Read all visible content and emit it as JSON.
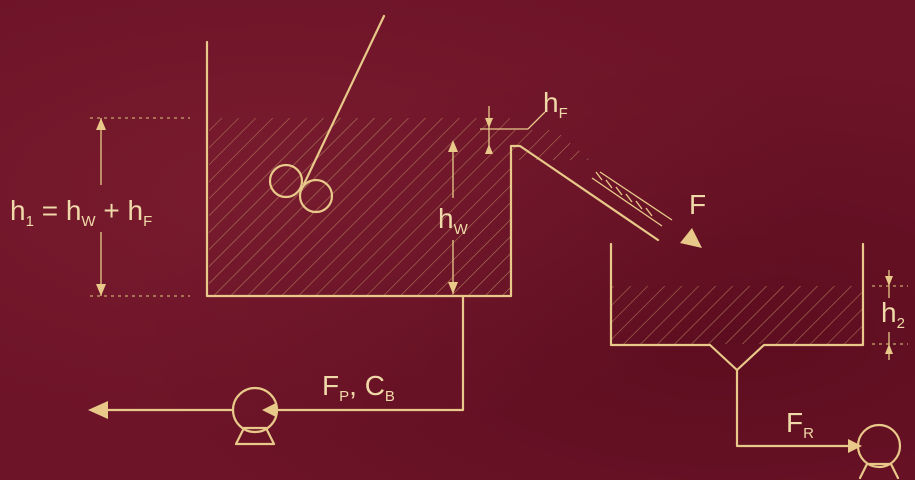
{
  "labels": {
    "h1_main": "h",
    "h1_sub": "1",
    "h1_eq": " = ",
    "hw_main": "h",
    "hw_sub": "W",
    "plus": " + ",
    "hf_main": "h",
    "hf_sub": "F",
    "hw_right_main": "h",
    "hw_right_sub": "W",
    "hf_top_main": "h",
    "hf_top_sub": "F",
    "F": "F",
    "h2_main": "h",
    "h2_sub": "2",
    "fp_main": "F",
    "fp_sub": "P",
    "comma": ", ",
    "cb_main": "C",
    "cb_sub": "B",
    "fr_main": "F",
    "fr_sub": "R"
  },
  "colors": {
    "background": "#6e1428",
    "ink": "#e8c98a",
    "text": "#f0d9a8"
  },
  "icons": {
    "stirrer": "impeller-icon",
    "pump_left": "pump-icon",
    "pump_right": "pump-icon"
  }
}
